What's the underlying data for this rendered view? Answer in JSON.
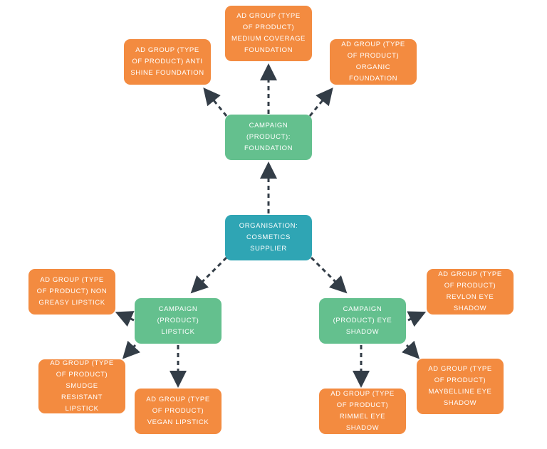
{
  "colors": {
    "organisation": "#2fa5b4",
    "campaign": "#64c08e",
    "ad_group": "#f38b40",
    "arrow": "#333d47"
  },
  "organisation": {
    "label": "ORGANISATION: COSMETICS SUPPLIER"
  },
  "campaigns": {
    "foundation": {
      "label": "CAMPAIGN (PRODUCT): FOUNDATION"
    },
    "lipstick": {
      "label": "CAMPAIGN (PRODUCT) LIPSTICK"
    },
    "eye_shadow": {
      "label": "CAMPAIGN (PRODUCT) EYE SHADOW"
    }
  },
  "ad_groups": {
    "medium_coverage_foundation": "AD GROUP (TYPE OF PRODUCT) MEDIUM COVERAGE FOUNDATION",
    "anti_shine_foundation": "AD GROUP (TYPE OF PRODUCT) ANTI SHINE FOUNDATION",
    "organic_foundation": "AD GROUP (TYPE OF PRODUCT) ORGANIC FOUNDATION",
    "non_greasy_lipstick": "AD GROUP (TYPE OF PRODUCT) NON GREASY LIPSTICK",
    "smudge_resistant_lipstick": "AD GROUP (TYPE OF PRODUCT) SMUDGE RESISTANT LIPSTICK",
    "vegan_lipstick": "AD GROUP (TYPE OF PRODUCT) VEGAN LIPSTICK",
    "revlon_eye_shadow": "AD GROUP (TYPE OF PRODUCT) REVLON EYE SHADOW",
    "maybelline_eye_shadow": "AD GROUP (TYPE OF PRODUCT) MAYBELLINE EYE SHADOW",
    "rimmel_eye_shadow": "AD GROUP (TYPE OF PRODUCT) RIMMEL EYE SHADOW"
  }
}
